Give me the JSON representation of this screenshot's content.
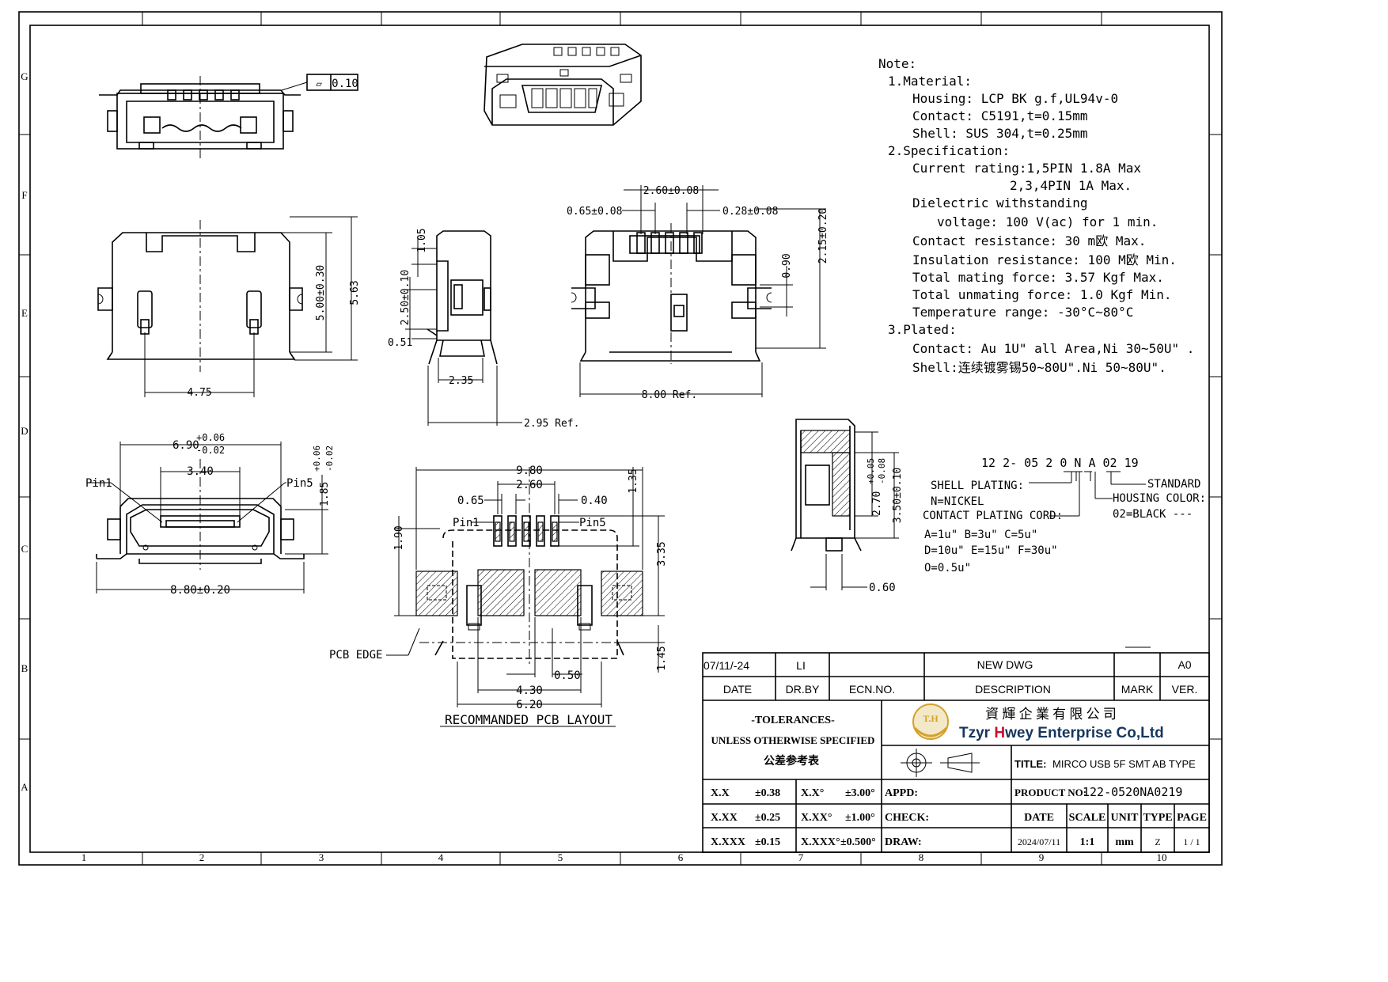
{
  "border": {
    "cols": [
      "1",
      "2",
      "3",
      "4",
      "5",
      "6",
      "7",
      "8",
      "9",
      "10"
    ],
    "rows": [
      "G",
      "F",
      "E",
      "D",
      "C",
      "B",
      "A"
    ]
  },
  "flatness": {
    "symbol": "▱",
    "value": "0.10"
  },
  "notes": {
    "heading": "Note:",
    "lines": [
      "1.Material:",
      "Housing:  LCP  BK  g.f,UL94v-0",
      "Contact:  C5191,t=0.15mm",
      "Shell:  SUS  304,t=0.25mm",
      "2.Specification:",
      "Current  rating:1,5PIN  1.8A  Max",
      "2,3,4PIN  1A  Max.",
      "Dielectric  withstanding",
      "voltage:  100  V(ac)  for  1  min.",
      "Contact  resistance:  30  m欧  Max.",
      "Insulation  resistance:  100  M欧  Min.",
      "Total  mating  force:  3.57  Kgf  Max.",
      "Total  unmating  force:  1.0  Kgf  Min.",
      "Temperature  range:  -30°C~80°C",
      "3.Plated:",
      "Contact:  Au  1U\"  all  Area,Ni  30~50U\"  .",
      "Shell:连续镀雾锡50~80U\".Ni  50~80U\"."
    ]
  },
  "dims": {
    "top_view": {
      "d475": "4.75",
      "d500": "5.00±0.30",
      "d563": "5.63"
    },
    "side_view": {
      "d105": "1.05",
      "d250": "2.50±0.10",
      "d051": "0.51",
      "d235": "2.35",
      "d295": "2.95  Ref."
    },
    "front_view": {
      "d260": "2.60±0.08",
      "d065": "0.65±0.08",
      "d028": "0.28±0.08",
      "d215": "2.15±0.20",
      "d090": "0.90",
      "d800": "8.00  Ref."
    },
    "mating_view": {
      "d690": "6.90",
      "d690tol_up": "+0.06",
      "d690tol_dn": "-0.02",
      "d340": "3.40",
      "pin1": "Pin1",
      "pin5": "Pin5",
      "d185": "1.85",
      "d185tol_up": "+0.06",
      "d185tol_dn": "-0.02",
      "d880": "8.80±0.20"
    },
    "pcb": {
      "d980": "9.80",
      "d260": "2.60",
      "d065": "0.65",
      "d040": "0.40",
      "d135": "1.35",
      "d190": "1.90",
      "d335": "3.35",
      "d145": "1.45",
      "d430": "4.30",
      "d050": "0.50",
      "d620": "6.20",
      "pin1": "Pin1",
      "pin5": "Pin5",
      "edge": "PCB  EDGE",
      "caption": "RECOMMANDED  PCB  LAYOUT"
    },
    "section": {
      "d270": "2.70",
      "d270up": "+0.05",
      "d270dn": "-0.08",
      "d350": "3.50±0.10",
      "d060": "0.60"
    }
  },
  "part_code": {
    "code": "12  2-  05  2  0  N  A  02  19",
    "shell_plating": "SHELL  PLATING:",
    "nickel": "N=NICKEL",
    "contact_cord": "CONTACT  PLATING  CORD:",
    "options1": "A=1u\"   B=3u\"   C=5u\"",
    "options2": "D=10u\"  E=15u\"  F=30u\"",
    "options3": "O=0.5u\"",
    "standard": "STANDARD",
    "housing_color": "HOUSING  COLOR:",
    "black": "02=BLACK  ---"
  },
  "title_block": {
    "rev_date": "07/11/-24",
    "rev_by": "LI",
    "rev_desc": "NEW  DWG",
    "rev_mark": "",
    "rev_ver": "A0",
    "h_date": "DATE",
    "h_drby": "DR.BY",
    "h_ecn": "ECN.NO.",
    "h_desc": "DESCRIPTION",
    "h_mark": "MARK",
    "h_ver": "VER.",
    "tol_title": "-TOLERANCES-",
    "tol_unless": "UNLESS OTHERWISE SPECIFIED",
    "tol_cn": "公差参考表",
    "company_cn": "資  輝  企  業  有  限  公  司",
    "company_en_1": "Tzyr ",
    "company_en_h": "H",
    "company_en_2": "wey Enterprise Co,Ltd",
    "logo": "T.H",
    "title_label": "TITLE:",
    "title_value": "MIRCO USB 5F SMT AB TYPE",
    "product_label": "PRODUCT NO:",
    "product_value": "122-0520NA0219",
    "t1a": "X.X",
    "t1b": "±0.38",
    "t1c": "X.X°",
    "t1d": "±3.00°",
    "t2a": "X.XX",
    "t2b": "±0.25",
    "t2c": "X.XX°",
    "t2d": "±1.00°",
    "t3a": "X.XXX",
    "t3b": "±0.15",
    "t3c": "X.XXX°",
    "t3d": "±0.500°",
    "appd": "APPD:",
    "check": "CHECK:",
    "draw": "DRAW:",
    "h2_date": "DATE",
    "h2_scale": "SCALE",
    "h2_unit": "UNIT",
    "h2_type": "TYPE",
    "h2_page": "PAGE",
    "v_date": "2024/07/11",
    "v_scale": "1:1",
    "v_unit": "mm",
    "v_type": "Z",
    "v_page": "1 / 1"
  }
}
